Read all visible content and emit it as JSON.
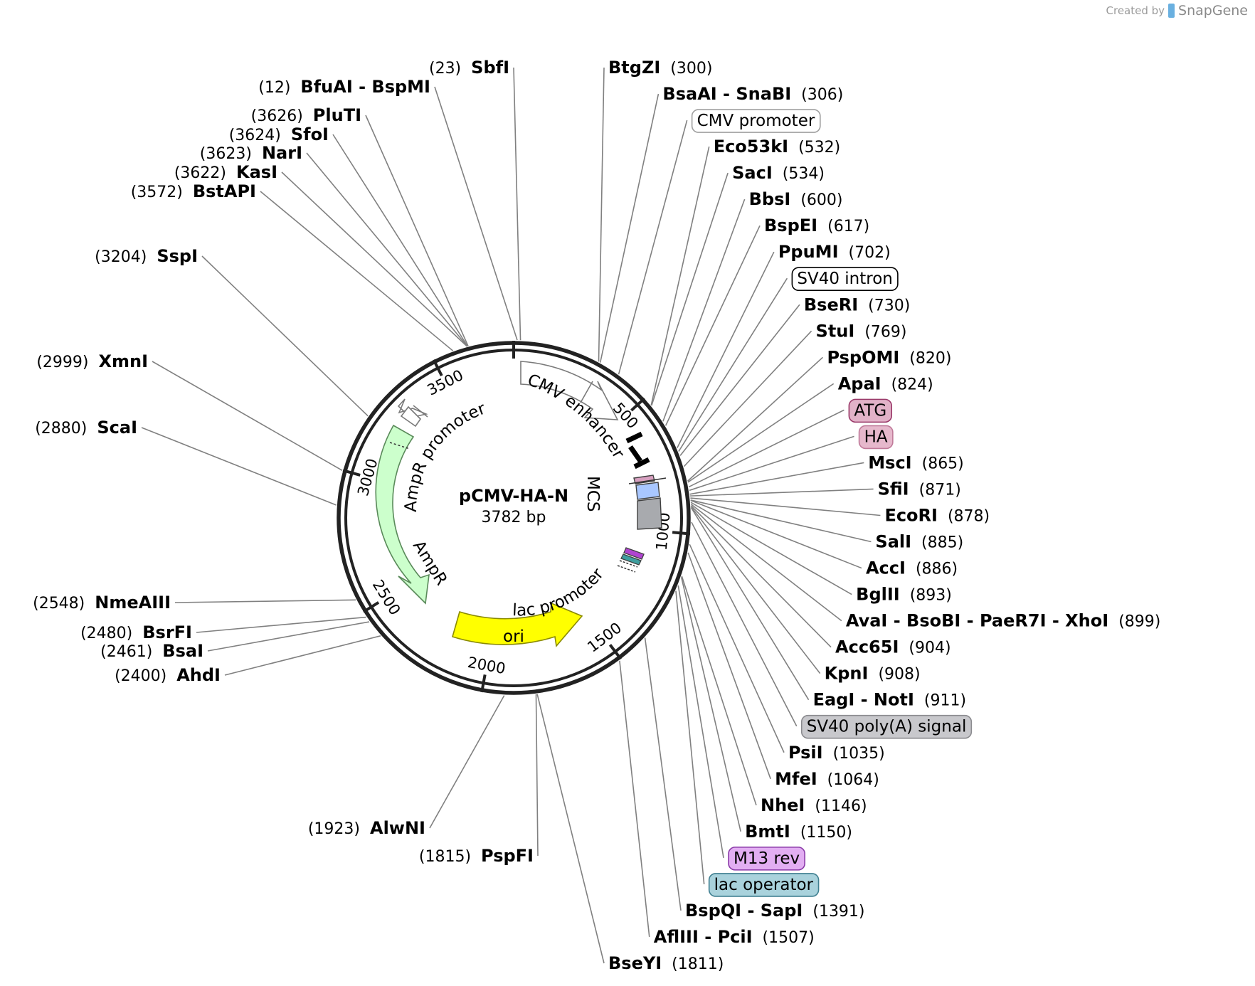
{
  "branding": {
    "prefix": "Created by",
    "app": "SnapGene"
  },
  "plasmid": {
    "name": "pCMV-HA-N",
    "size": "3782 bp",
    "length": 3782
  },
  "ticks": [
    {
      "pos": 0,
      "label": ""
    },
    {
      "pos": 500,
      "label": "500"
    },
    {
      "pos": 1000,
      "label": "1000"
    },
    {
      "pos": 1500,
      "label": "1500"
    },
    {
      "pos": 2000,
      "label": "2000"
    },
    {
      "pos": 2500,
      "label": "2500"
    },
    {
      "pos": 3000,
      "label": "3000"
    },
    {
      "pos": 3500,
      "label": "3500"
    }
  ],
  "sites": [
    {
      "name": "BtgZI",
      "pos": "(300)",
      "bp": 300,
      "side": "right"
    },
    {
      "name": "BsaAI - SnaBI",
      "pos": "(306)",
      "bp": 306,
      "side": "right"
    },
    {
      "name": "Eco53kI",
      "pos": "(532)",
      "bp": 532,
      "side": "right"
    },
    {
      "name": "SacI",
      "pos": "(534)",
      "bp": 534,
      "side": "right"
    },
    {
      "name": "BbsI",
      "pos": "(600)",
      "bp": 600,
      "side": "right"
    },
    {
      "name": "BspEI",
      "pos": "(617)",
      "bp": 617,
      "side": "right"
    },
    {
      "name": "PpuMI",
      "pos": "(702)",
      "bp": 702,
      "side": "right"
    },
    {
      "name": "BseRI",
      "pos": "(730)",
      "bp": 730,
      "side": "right"
    },
    {
      "name": "StuI",
      "pos": "(769)",
      "bp": 769,
      "side": "right"
    },
    {
      "name": "PspOMI",
      "pos": "(820)",
      "bp": 820,
      "side": "right"
    },
    {
      "name": "ApaI",
      "pos": "(824)",
      "bp": 824,
      "side": "right"
    },
    {
      "name": "MscI",
      "pos": "(865)",
      "bp": 865,
      "side": "right"
    },
    {
      "name": "SfiI",
      "pos": "(871)",
      "bp": 871,
      "side": "right"
    },
    {
      "name": "EcoRI",
      "pos": "(878)",
      "bp": 878,
      "side": "right"
    },
    {
      "name": "SalI",
      "pos": "(885)",
      "bp": 885,
      "side": "right"
    },
    {
      "name": "AccI",
      "pos": "(886)",
      "bp": 886,
      "side": "right"
    },
    {
      "name": "BglII",
      "pos": "(893)",
      "bp": 893,
      "side": "right"
    },
    {
      "name": "AvaI - BsoBI - PaeR7I - XhoI",
      "pos": "(899)",
      "bp": 899,
      "side": "right"
    },
    {
      "name": "Acc65I",
      "pos": "(904)",
      "bp": 904,
      "side": "right"
    },
    {
      "name": "KpnI",
      "pos": "(908)",
      "bp": 908,
      "side": "right"
    },
    {
      "name": "EagI - NotI",
      "pos": "(911)",
      "bp": 911,
      "side": "right"
    },
    {
      "name": "PsiI",
      "pos": "(1035)",
      "bp": 1035,
      "side": "right"
    },
    {
      "name": "MfeI",
      "pos": "(1064)",
      "bp": 1064,
      "side": "right"
    },
    {
      "name": "NheI",
      "pos": "(1146)",
      "bp": 1146,
      "side": "right"
    },
    {
      "name": "BmtI",
      "pos": "(1150)",
      "bp": 1150,
      "side": "right"
    },
    {
      "name": "BspQI - SapI",
      "pos": "(1391)",
      "bp": 1391,
      "side": "right"
    },
    {
      "name": "AflIII - PciI",
      "pos": "(1507)",
      "bp": 1507,
      "side": "right"
    },
    {
      "name": "BseYI",
      "pos": "(1811)",
      "bp": 1811,
      "side": "right"
    },
    {
      "name": "SbfI",
      "pos": "(23)",
      "bp": 23,
      "side": "left"
    },
    {
      "name": "BfuAI - BspMI",
      "pos": "(12)",
      "bp": 12,
      "side": "left"
    },
    {
      "name": "PluTI",
      "pos": "(3626)",
      "bp": 3626,
      "side": "left"
    },
    {
      "name": "SfoI",
      "pos": "(3624)",
      "bp": 3624,
      "side": "left"
    },
    {
      "name": "NarI",
      "pos": "(3623)",
      "bp": 3623,
      "side": "left"
    },
    {
      "name": "KasI",
      "pos": "(3622)",
      "bp": 3622,
      "side": "left"
    },
    {
      "name": "BstAPI",
      "pos": "(3572)",
      "bp": 3572,
      "side": "left"
    },
    {
      "name": "SspI",
      "pos": "(3204)",
      "bp": 3204,
      "side": "left"
    },
    {
      "name": "XmnI",
      "pos": "(2999)",
      "bp": 2999,
      "side": "left"
    },
    {
      "name": "ScaI",
      "pos": "(2880)",
      "bp": 2880,
      "side": "left"
    },
    {
      "name": "NmeAIII",
      "pos": "(2548)",
      "bp": 2548,
      "side": "left"
    },
    {
      "name": "BsrFI",
      "pos": "(2480)",
      "bp": 2480,
      "side": "left"
    },
    {
      "name": "BsaI",
      "pos": "(2461)",
      "bp": 2461,
      "side": "left"
    },
    {
      "name": "AhdI",
      "pos": "(2400)",
      "bp": 2400,
      "side": "left"
    },
    {
      "name": "AlwNI",
      "pos": "(1923)",
      "bp": 1923,
      "side": "left"
    },
    {
      "name": "PspFI",
      "pos": "(1815)",
      "bp": 1815,
      "side": "left"
    }
  ],
  "feature_labels": [
    {
      "text": "CMV promoter",
      "bp": 380,
      "fill": "#ffffff",
      "stroke": "#a0a0a0"
    },
    {
      "text": "SV40 intron",
      "bp": 715,
      "fill": "#ffffff",
      "stroke": "#000000"
    },
    {
      "text": "ATG",
      "bp": 840,
      "fill": "#e2b2c8",
      "stroke": "#9a3a6a"
    },
    {
      "text": "HA",
      "bp": 852,
      "fill": "#e6b8cc",
      "stroke": "#c07a9a"
    },
    {
      "text": "SV40 poly(A) signal",
      "bp": 960,
      "fill": "#c8c8cc",
      "stroke": "#8a8a8e"
    },
    {
      "text": "M13 rev",
      "bp": 1180,
      "fill": "#e2aef2",
      "stroke": "#8a3aa8"
    },
    {
      "text": "lac operator",
      "bp": 1200,
      "fill": "#a9d2dc",
      "stroke": "#3f7f90"
    }
  ],
  "features": [
    {
      "name": "CMV enhancer",
      "start": 40,
      "end": 420,
      "type": "arrow-cw",
      "fill": "#ffffff",
      "stroke": "#7a7a7a"
    },
    {
      "name": "AmpR promoter",
      "start": 3440,
      "end": 3545,
      "type": "arrow-ccw",
      "fill": "#ffffff",
      "stroke": "#7a7a7a"
    },
    {
      "name": "AmpR",
      "start": 2580,
      "end": 3420,
      "type": "arrow-ccw",
      "fill": "#ccffcc",
      "stroke": "#5a8a5a"
    },
    {
      "name": "ori",
      "start": 1650,
      "end": 2180,
      "type": "arrow-ccw",
      "fill": "#ffff00",
      "stroke": "#8a8a00"
    },
    {
      "name": "MCS",
      "start": 860,
      "end": 915,
      "type": "box",
      "fill": "#a9c7ff",
      "stroke": "#404040"
    },
    {
      "name": "SV40 poly(A) signal",
      "start": 915,
      "end": 1040,
      "type": "box",
      "fill": "#a8aaae",
      "stroke": "#404040"
    }
  ],
  "arc_labels": {
    "cmv_enhancer": "CMV enhancer",
    "mcs": "MCS",
    "ampr_promoter": "AmpR promoter",
    "ampr": "AmpR",
    "lac_promoter": "lac promoter",
    "ori": "ori"
  },
  "colors": {
    "backbone": "#222222",
    "leader": "#808080",
    "ha": "#e2a8c0",
    "mcs": "#a9c7ff",
    "sv40pa": "#a8aaae",
    "ampr": "#ccffcc",
    "ori": "#ffff00",
    "lac": "#7a2a9a"
  }
}
